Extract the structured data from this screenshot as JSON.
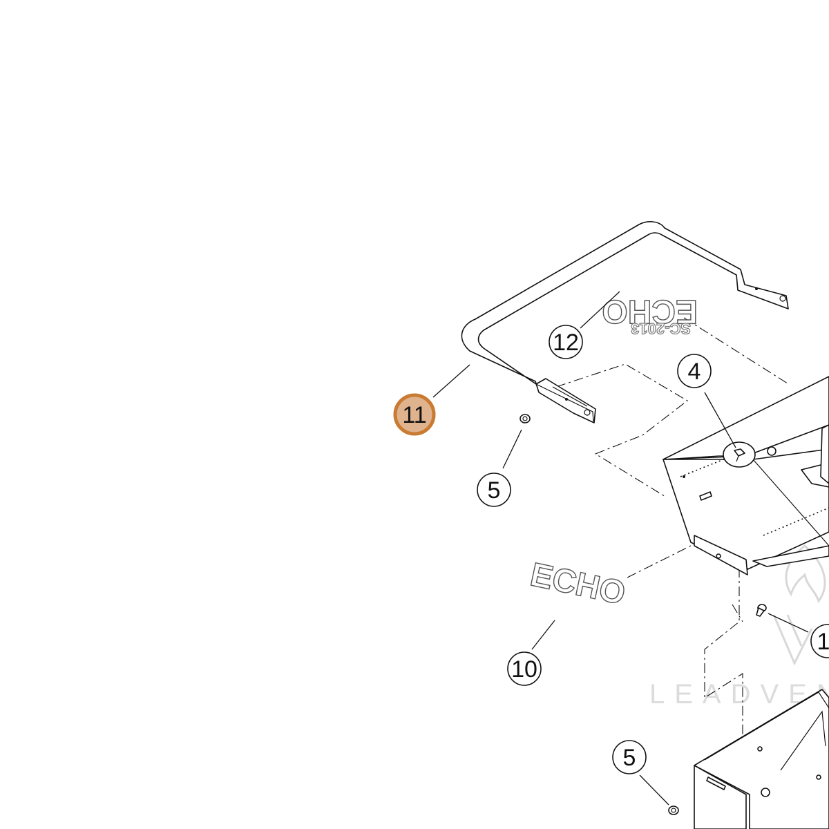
{
  "callouts": [
    {
      "id": "callout-11",
      "label": "11",
      "highlighted": true
    },
    {
      "id": "callout-12",
      "label": "12"
    },
    {
      "id": "callout-4-top",
      "label": "4"
    },
    {
      "id": "callout-5-left",
      "label": "5"
    },
    {
      "id": "callout-10",
      "label": "10"
    },
    {
      "id": "callout-5-bottom",
      "label": "5"
    },
    {
      "id": "callout-1-partial",
      "label": "1"
    }
  ],
  "decals": {
    "echo_lower": "ECHO",
    "echo_upper": "ECHO",
    "model_upper": "SC-2013"
  },
  "watermark": {
    "text": "LEADVEN"
  },
  "colors": {
    "highlight_fill": "#e0b38f",
    "highlight_stroke": "#c97b33",
    "line": "#111111"
  }
}
